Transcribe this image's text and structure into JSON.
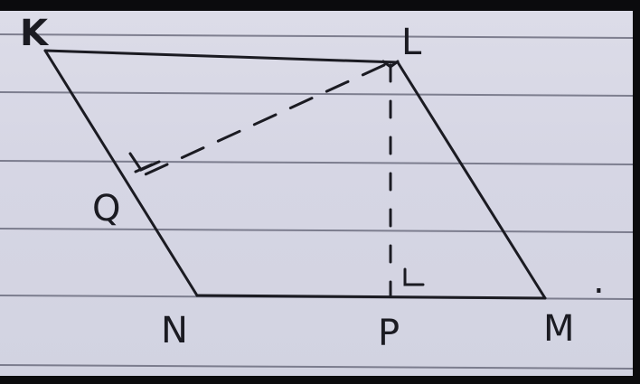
{
  "figure": {
    "type": "parallelogram-with-altitudes",
    "vertices": {
      "K": "K",
      "L": "L",
      "M": "M",
      "N": "N"
    },
    "feet": {
      "Q": "Q",
      "P": "P"
    },
    "stray_mark": "."
  },
  "colors": {
    "paper": "#d6d6e4",
    "ruled_line": "#5f6072",
    "ink": "#1b1b22",
    "background": "#0b0b0d"
  }
}
